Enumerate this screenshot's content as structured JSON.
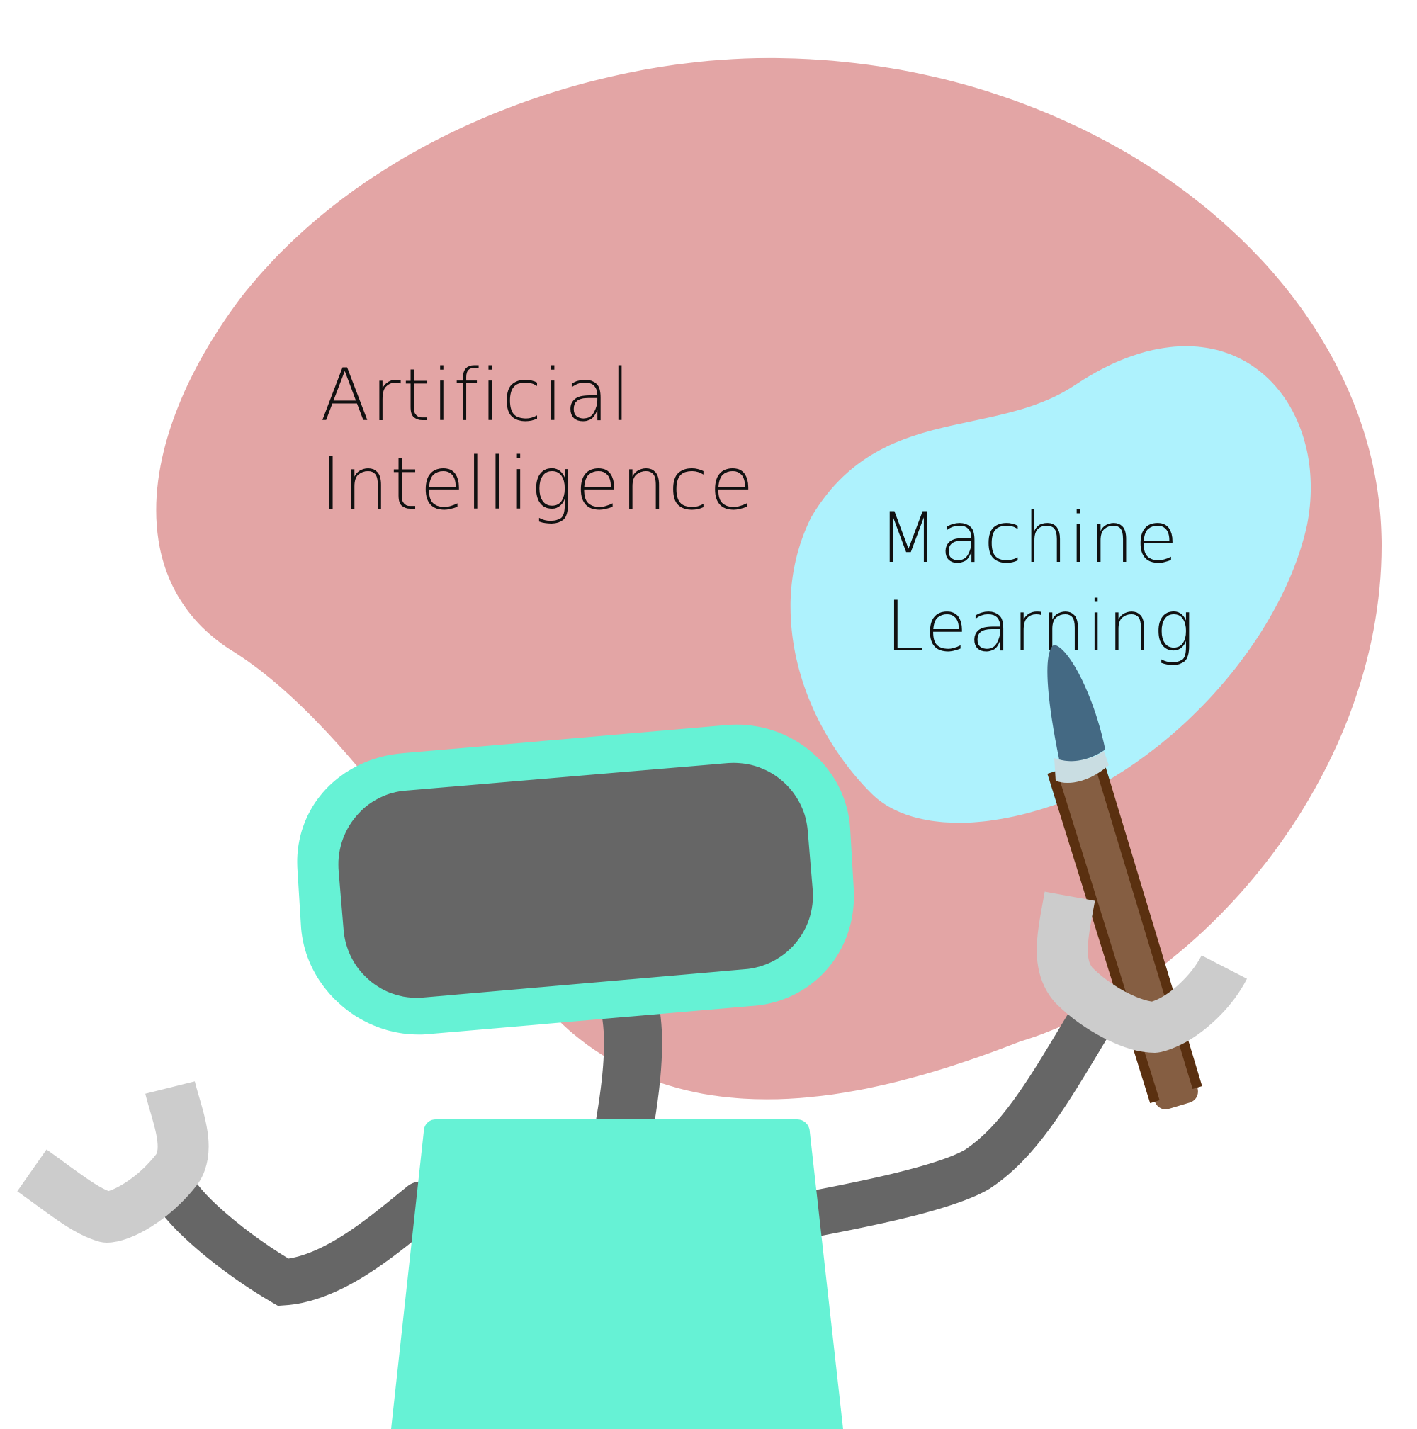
{
  "outer_set": {
    "label_line1": "Artificial",
    "label_line2": "Intelligence",
    "color": "#e3a5a5"
  },
  "inner_set": {
    "label_line1": "Machine",
    "label_line2": "Learning",
    "color": "#aef2fd"
  },
  "robot": {
    "body_color": "#66f2d5",
    "screen_color": "#666666",
    "arm_color": "#666666",
    "hand_color": "#cccccc"
  },
  "pencil": {
    "wood_color": "#855e42",
    "edge_color": "#5a3010",
    "tip_color": "#446983",
    "ferrule_color": "#c9dde2"
  }
}
